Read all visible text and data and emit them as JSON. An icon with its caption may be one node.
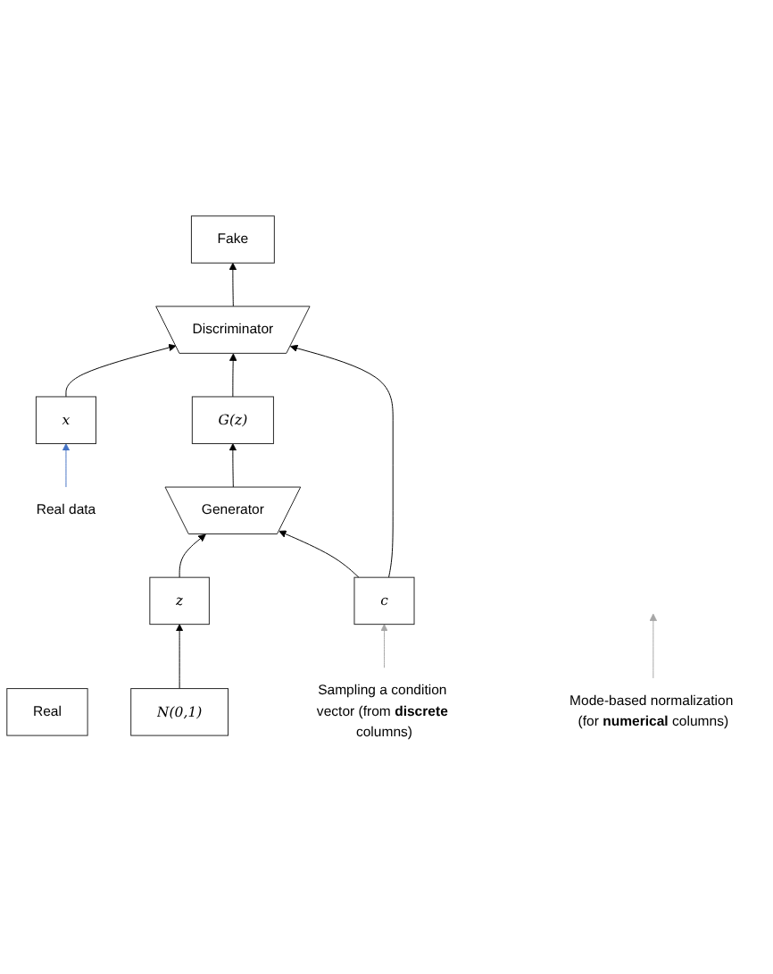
{
  "diagram": {
    "nodes": [
      {
        "text": [
          "Real"
        ]
      },
      {
        "text": [
          "Fake"
        ]
      },
      {
        "text": [
          "Discriminator"
        ]
      },
      {
        "text": [
          "Real data"
        ]
      },
      {
        "text": [
          "x"
        ]
      },
      {
        "text": [
          "G(z)"
        ]
      },
      {
        "text": [
          "Mode-based normalization (for **numerical** columns)"
        ]
      },
      {
        "text": [
          "Generator"
        ]
      },
      {
        "text": [
          "N(0,1)"
        ]
      },
      {
        "text": [
          "z"
        ]
      },
      {
        "text": [
          "c"
        ]
      },
      {
        "text": [
          "Sampling a condition vector (from **discrete** columns)"
        ]
      }
    ],
    "edges": [
      {
        "from": 2,
        "to": 1,
        "arrow": "to"
      },
      {
        "from": 4,
        "to": 2,
        "arrow": "to"
      },
      {
        "from": 5,
        "to": 2,
        "arrow": "to"
      },
      {
        "from": 10,
        "to": 2,
        "arrow": "to"
      },
      {
        "from": 3,
        "to": 4,
        "arrow": "to",
        "color": "#4472c4"
      },
      {
        "from": 6,
        "to": null,
        "arrow": "to",
        "color": "#a6a6a6"
      },
      {
        "from": 7,
        "to": 5,
        "arrow": "to"
      },
      {
        "from": 8,
        "to": 9,
        "arrow": "to"
      },
      {
        "from": 9,
        "to": 7,
        "arrow": "to"
      },
      {
        "from": 10,
        "to": 7,
        "arrow": "to"
      },
      {
        "from": 11,
        "to": 10,
        "arrow": "to",
        "color": "#a6a6a6"
      }
    ]
  }
}
